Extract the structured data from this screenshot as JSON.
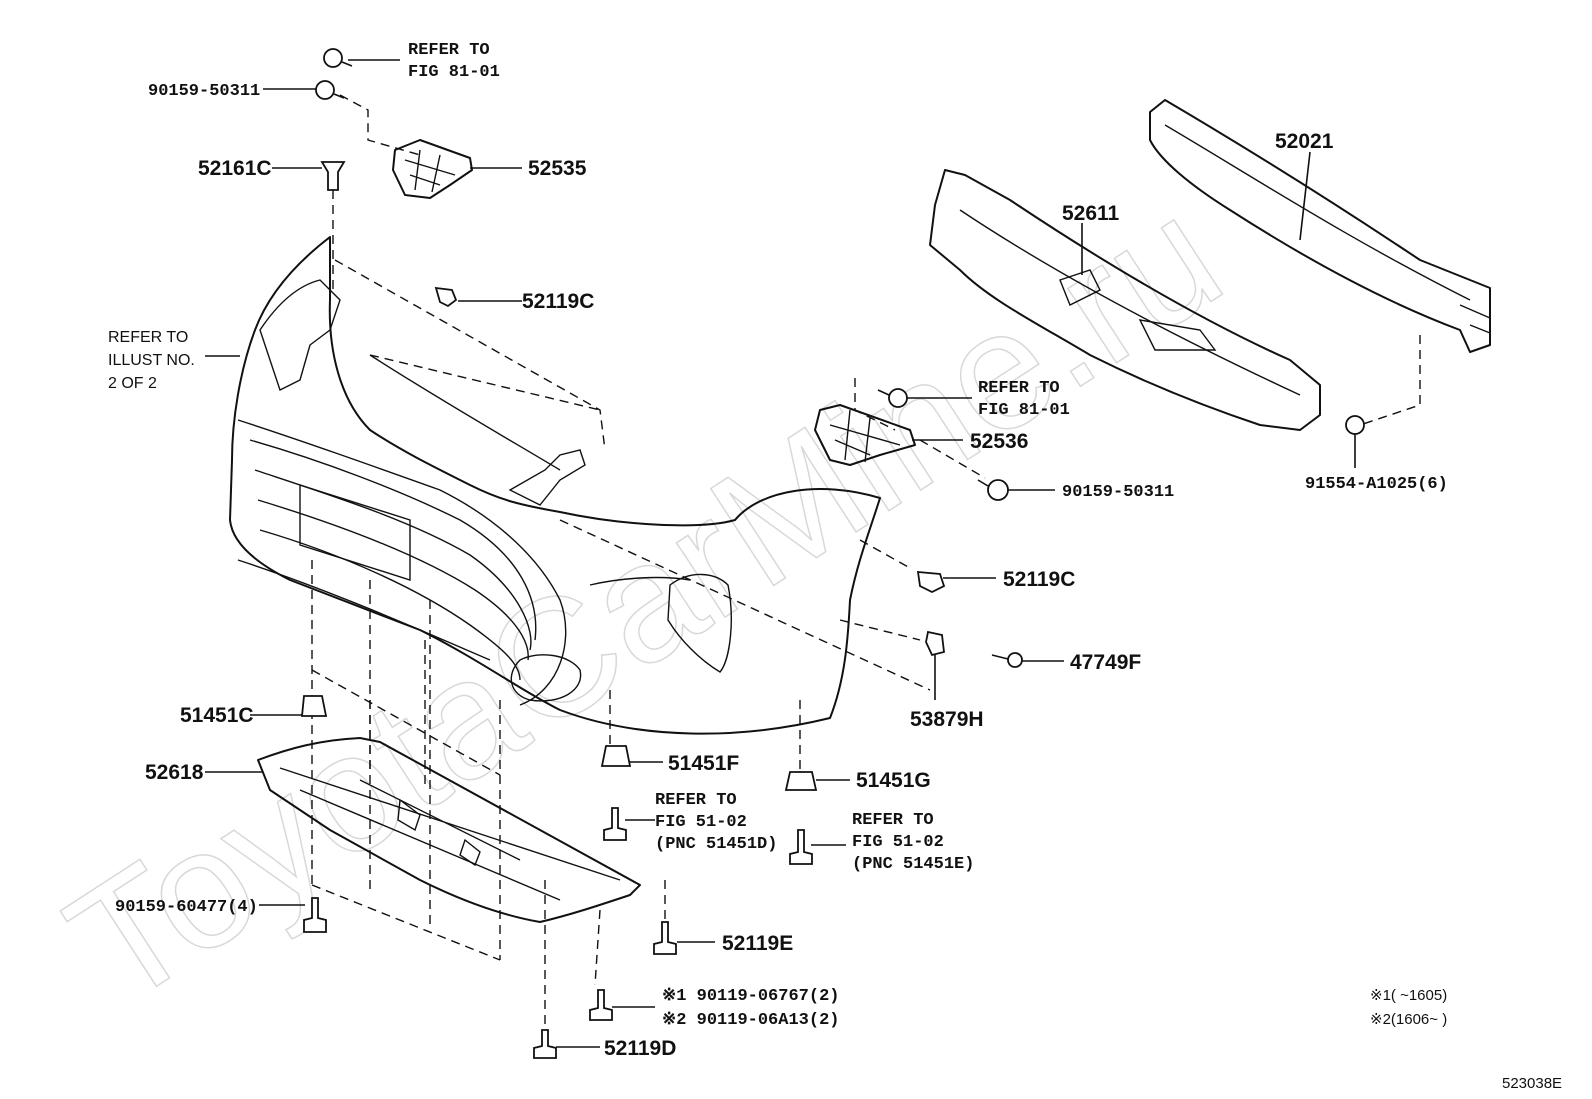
{
  "watermark": "ToyotaCarMine.ru",
  "diagram_id": "523038E",
  "labels": {
    "refer_fig_81_01_top": [
      "REFER TO",
      "FIG 81-01"
    ],
    "p90159_50311_top": "90159-50311",
    "p52161C": "52161C",
    "p52535": "52535",
    "p52119C_top": "52119C",
    "refer_illust": [
      "REFER TO",
      "ILLUST NO.",
      "2 OF 2"
    ],
    "p52021": "52021",
    "p52611": "52611",
    "refer_fig_81_01_right": [
      "REFER TO",
      "FIG 81-01"
    ],
    "p52536": "52536",
    "p90159_50311_right": "90159-50311",
    "p91554_A1025": "91554-A1025(6)",
    "p52119C_right": "52119C",
    "p47749F": "47749F",
    "p53879H": "53879H",
    "p51451C": "51451C",
    "p52618": "52618",
    "p51451F": "51451F",
    "p51451G": "51451G",
    "refer_fig_51_02_d": [
      "REFER TO",
      "FIG 51-02",
      "(PNC 51451D)"
    ],
    "refer_fig_51_02_e": [
      "REFER TO",
      "FIG 51-02",
      "(PNC 51451E)"
    ],
    "p90159_60477": "90159-60477(4)",
    "p52119E": "52119E",
    "note1_part": "※1 90119-06767(2)",
    "note2_part": "※2 90119-06A13(2)",
    "p52119D": "52119D",
    "legend_1": "※1(     ~1605)",
    "legend_2": "※2(1606~     )"
  }
}
